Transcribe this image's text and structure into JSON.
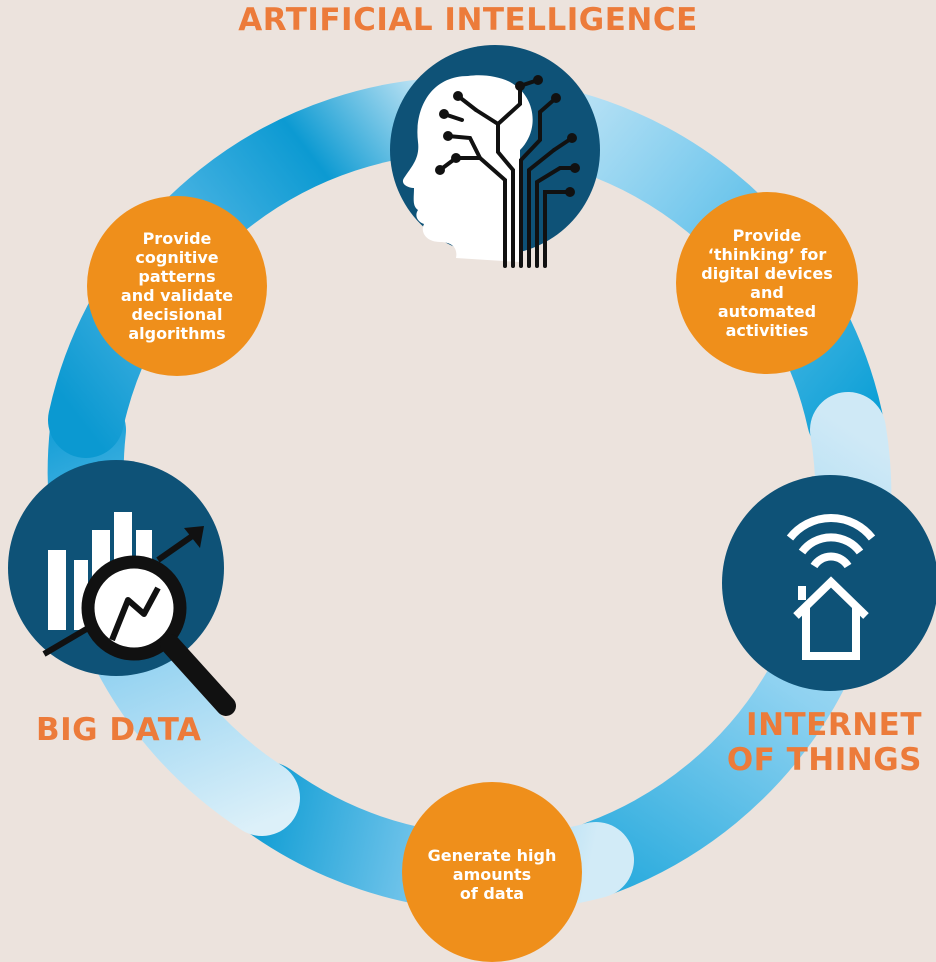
{
  "labels": {
    "ai": "ARTIFICIAL INTELLIGENCE",
    "big_data": "BIG DATA",
    "iot": "INTERNET\nOF THINGS"
  },
  "bubbles": {
    "left": "Provide\ncognitive\npatterns\nand validate\ndecisional\nalgorithms",
    "right": "Provide\n‘thinking’ for\ndigital devices\nand\nautomated\nactivities",
    "bottom": "Generate high\namounts\nof data"
  },
  "icons": {
    "ai": "brain-circuit-head-icon",
    "big_data": "chart-magnifier-icon",
    "iot": "wifi-house-icon"
  },
  "colors": {
    "background": "#ece3dd",
    "heading": "#ec7b3a",
    "bubble": "#ef8f1b",
    "node_circle": "#0e5277",
    "ring_dark": "#0f9fd4",
    "ring_light": "#d8eef8"
  }
}
